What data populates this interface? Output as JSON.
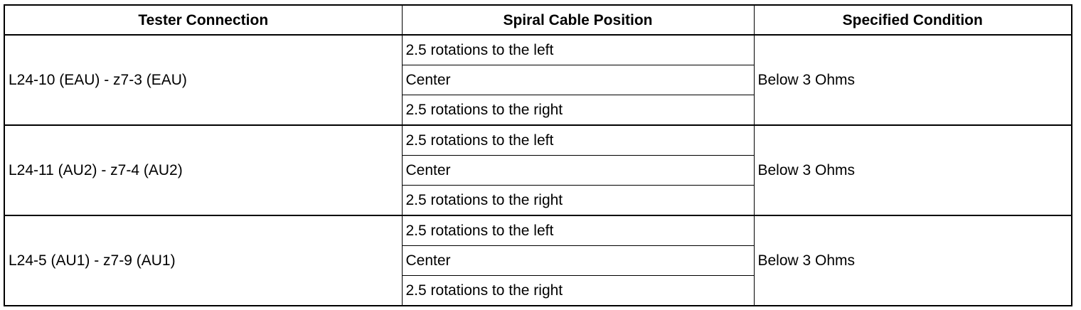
{
  "headers": [
    "Tester Connection",
    "Spiral Cable Position",
    "Specified Condition"
  ],
  "groups": [
    {
      "connection": "L24-10 (EAU) - z7-3 (EAU)",
      "positions": [
        "2.5 rotations to the left",
        "Center",
        "2.5 rotations to the right"
      ],
      "condition": "Below 3 Ohms"
    },
    {
      "connection": "L24-11 (AU2) - z7-4 (AU2)",
      "positions": [
        "2.5 rotations to the left",
        "Center",
        "2.5 rotations to the right"
      ],
      "condition": "Below 3 Ohms"
    },
    {
      "connection": "L24-5 (AU1) - z7-9 (AU1)",
      "positions": [
        "2.5 rotations to the left",
        "Center",
        "2.5 rotations to the right"
      ],
      "condition": "Below 3 Ohms"
    }
  ]
}
